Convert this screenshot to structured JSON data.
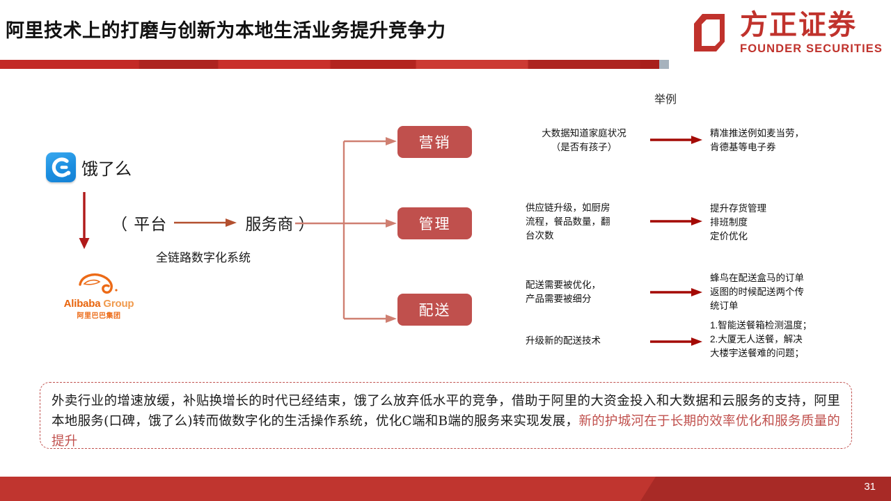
{
  "header": {
    "title": "阿里技术上的打磨与创新为本地生活业务提升竞争力",
    "brand_cn": "方正证券",
    "brand_en": "FOUNDER SECURITIES",
    "accent_color": "#c0322c",
    "rule_color": "#c32a26",
    "rule_cap_color": "#a6b2bd"
  },
  "left": {
    "eleme_label": "饿了么",
    "alibaba_en_bold": "Alibaba",
    "alibaba_en_light": "Group",
    "alibaba_cn": "阿里巴巴集团",
    "platform": "（ 平台",
    "service_provider": "服务商 ）",
    "chain_label": "全链路数字化系统"
  },
  "categories": [
    {
      "label": "营销"
    },
    {
      "label": "管理"
    },
    {
      "label": "配送"
    }
  ],
  "examples": {
    "heading": "举例",
    "rows": [
      {
        "need": "大数据知道家庭状况\n（是否有孩子）",
        "result": "精准推送例如麦当劳，\n肯德基等电子券"
      },
      {
        "need": "供应链升级，如厨房\n流程，餐品数量，翻\n台次数",
        "result": "提升存货管理\n排班制度\n定价优化"
      },
      {
        "need": "配送需要被优化，\n产品需要被细分",
        "result": "蜂鸟在配送盒马的订单\n返图的时候配送两个传\n统订单"
      },
      {
        "need": "升级新的配送技术",
        "result": "1.智能送餐箱检测温度；\n2.大厦无人送餐，解决\n大楼宇送餐难的问题；"
      }
    ],
    "arrow_color": "#a40a05"
  },
  "summary": {
    "text_part1": "外卖行业的增速放缓，补贴换增长的时代已经结束，饿了么放弃低水平的竞争，借助于阿里的大资金投入和大数据和云服务的支持，阿里本地服务(口碑，饿了么)转而做数字化的生活操作系统，优化C端和B端的服务来实现发展，",
    "text_highlight": "新的护城河在于长期的效率优化和服务质量的提升",
    "highlight_color": "#c0504d",
    "border_color": "#c0504d"
  },
  "footer": {
    "page_number": "31",
    "bar_color": "#c0352f",
    "wedge_color": "#a82a26"
  }
}
